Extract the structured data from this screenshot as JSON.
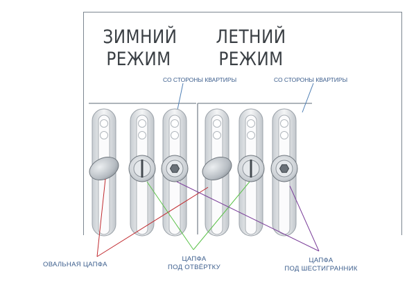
{
  "headings": {
    "winter_line1": "ЗИМНИЙ",
    "winter_line2": "РЕЖИМ",
    "summer_line1": "ЛЕТНИЙ",
    "summer_line2": "РЕЖИМ"
  },
  "side_labels": {
    "winter": "СО СТОРОНЫ КВАРТИРЫ",
    "summer": "СО СТОРОНЫ КВАРТИРЫ"
  },
  "captions": {
    "oval": "ОВАЛЬНАЯ ЦАПФА",
    "screwdriver_line1": "ЦАПФА",
    "screwdriver_line2": "ПОД ОТВЁРТКУ",
    "hex_line1": "ЦАПФА",
    "hex_line2": "ПОД ШЕСТИГРАННИК"
  },
  "colors": {
    "frame": "#7c8690",
    "text_heading": "#3a3f44",
    "label_text": "#3b5d8c",
    "callout_label": "#4f7fb5",
    "leader_oval": "#c0282d",
    "leader_screwdriver": "#5cc24a",
    "leader_hex": "#7b3f9a"
  },
  "pins": [
    {
      "mode": "winter",
      "type": "oval-icon"
    },
    {
      "mode": "winter",
      "type": "screwdriver-slot-icon"
    },
    {
      "mode": "winter",
      "type": "hex-socket-icon"
    },
    {
      "mode": "summer",
      "type": "oval-icon"
    },
    {
      "mode": "summer",
      "type": "screwdriver-slot-icon"
    },
    {
      "mode": "summer",
      "type": "hex-socket-icon"
    }
  ]
}
